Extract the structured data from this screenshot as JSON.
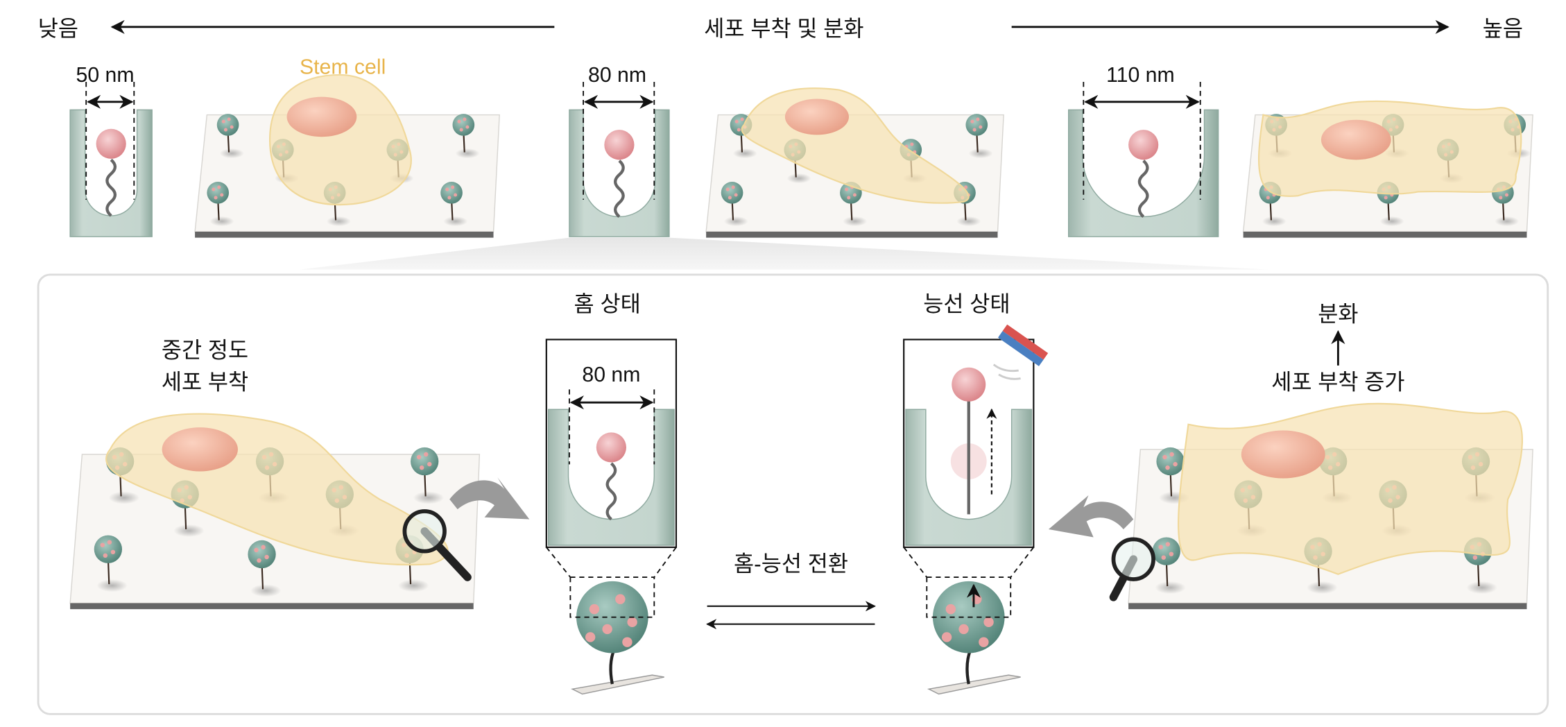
{
  "header": {
    "low_label": "낮음",
    "title": "세포 부착 및 분화",
    "high_label": "높음"
  },
  "top_row": {
    "groove_1_width": "50 nm",
    "stem_cell_label": "Stem cell",
    "groove_2_width": "80 nm",
    "groove_3_width": "110 nm"
  },
  "panel": {
    "left_caption_line1": "중간 정도",
    "left_caption_line2": "세포 부착",
    "groove_state_title": "홈 상태",
    "groove_state_width": "80 nm",
    "ridge_state_title": "능선 상태",
    "switch_label": "홈-능선 전환",
    "right_caption_top": "분화",
    "right_caption_bottom": "세포 부착 증가"
  },
  "colors": {
    "stem_cell_text": "#e8b44a",
    "groove": "#b8cbc3",
    "cell": "#f6e2b3",
    "nucleus": "#f2b39c",
    "particle": "#e59a9e",
    "bead": "#6f9e93",
    "magnet_red": "#d9534f",
    "magnet_blue": "#4a7fc1"
  }
}
